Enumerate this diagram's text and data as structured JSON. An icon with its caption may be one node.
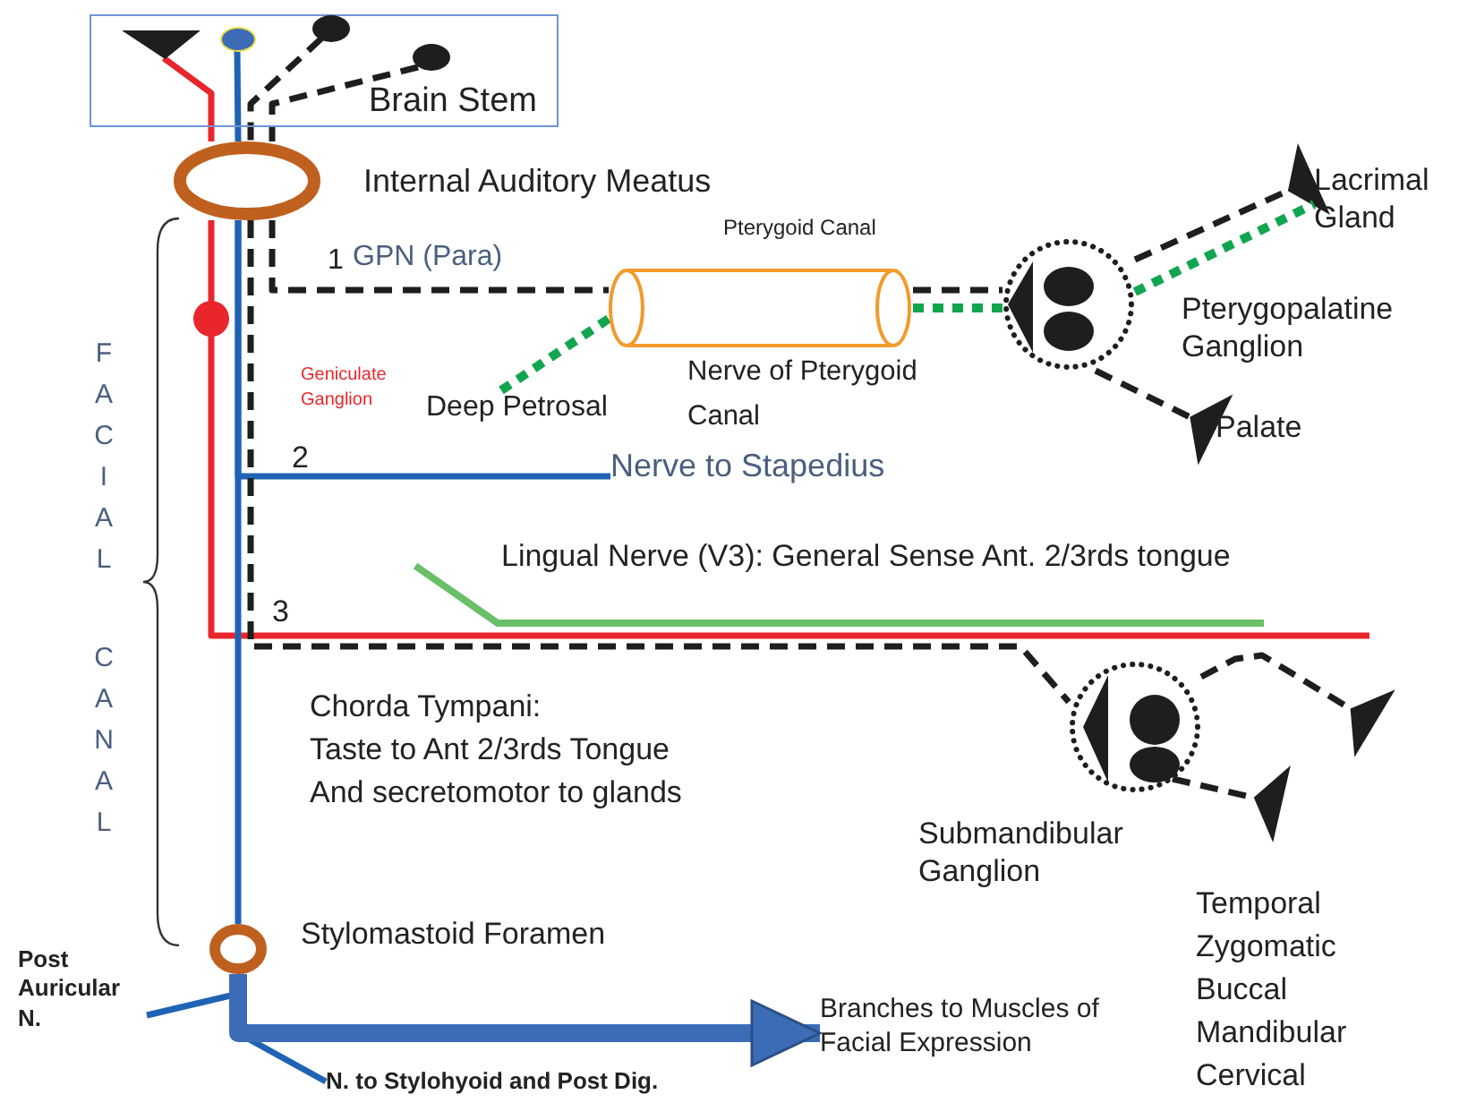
{
  "diagram": {
    "nodes": [
      {
        "text": [
          "Brain Stem"
        ]
      },
      {
        "text": [],
        "shape": "triangle",
        "in": 0
      },
      {
        "text": [],
        "shape": "circle",
        "in": 0
      },
      {
        "text": [],
        "shape": "circle",
        "in": 0
      },
      {
        "text": [],
        "shape": "circle",
        "in": 0
      },
      {
        "text": [
          "Internal Auditory Meatus"
        ]
      },
      {
        "text": [
          "Pterygoid Canal"
        ],
        "beside": [
          "Nerve of Pterygoid Canal"
        ]
      },
      {
        "text": [
          "Pterygopalatine Ganglion"
        ]
      },
      {
        "text": [
          "Lacrimal Gland"
        ]
      },
      {
        "text": [
          "Palate"
        ]
      },
      {
        "text": [
          "Deep Petrosal"
        ]
      },
      {
        "text": [
          "Nerve to Stapedius"
        ]
      },
      {
        "text": [
          "Submandibular Ganglion"
        ]
      },
      {
        "text": [
          "Stylomastoid Foramen"
        ]
      },
      {
        "text": [
          "Post Auricular N."
        ]
      },
      {
        "text": [
          "N. to Stylohyoid and Post Dig."
        ]
      },
      {
        "text": [
          "Branches to Muscles of Facial Expression"
        ]
      }
    ],
    "edges": [
      {
        "from": 1,
        "to": 5,
        "arrow": "none",
        "color": "#e8262b"
      },
      {
        "from": 5,
        "to": null,
        "arrow": "none",
        "color": "#e8262b"
      },
      {
        "from": 2,
        "to": 5,
        "arrow": "none",
        "color": "#1f63b5"
      },
      {
        "from": 3,
        "to": 5,
        "arrow": "none",
        "style": "dashed"
      },
      {
        "from": 4,
        "to": 5,
        "arrow": "none",
        "style": "dashed"
      },
      {
        "from": 5,
        "to": 6,
        "arrow": "none",
        "style": "dashed"
      },
      {
        "from": 6,
        "to": 7,
        "arrow": "none",
        "style": "dashed"
      },
      {
        "from": 7,
        "to": 8,
        "arrow": "other",
        "style": "dashed"
      },
      {
        "from": 7,
        "to": 9,
        "arrow": "other",
        "style": "dashed"
      },
      {
        "from": 10,
        "to": 6,
        "arrow": "none",
        "style": "dashed",
        "color": "#12a550"
      },
      {
        "from": 6,
        "to": 7,
        "arrow": "none",
        "style": "dashed",
        "color": "#12a550"
      },
      {
        "from": 7,
        "to": 8,
        "arrow": "none",
        "style": "dashed",
        "color": "#12a550"
      },
      {
        "from": 5,
        "to": 11,
        "arrow": "none",
        "color": "#1f63b5"
      },
      {
        "from": 5,
        "to": 12,
        "arrow": "none",
        "style": "dashed"
      },
      {
        "from": 12,
        "to": null,
        "arrow": "other",
        "style": "dashed"
      },
      {
        "from": 12,
        "to": null,
        "arrow": "other",
        "style": "dashed"
      },
      {
        "from": 5,
        "to": 13,
        "arrow": "none",
        "color": "#1f63b5"
      },
      {
        "from": 13,
        "to": 14,
        "arrow": "none",
        "color": "#1f63b5"
      },
      {
        "from": 13,
        "to": 15,
        "arrow": "none",
        "color": "#1f63b5"
      },
      {
        "from": 13,
        "to": 16,
        "arrow": "to",
        "style": "thick",
        "color": "#3b6cb5"
      }
    ],
    "labels": [
      "1",
      "GPN (Para)",
      "Geniculate Ganglion",
      "2",
      "Lingual Nerve (V3): General Sense Ant. 2/3rds tongue",
      "3",
      "Chorda Tympani:",
      "Taste to Ant 2/3rds Tongue And secretomotor to glands",
      "FACIAL",
      "CANAL",
      "Temporal",
      "Zygomatic",
      "Buccal",
      "Mandibular",
      "Cervical"
    ]
  }
}
